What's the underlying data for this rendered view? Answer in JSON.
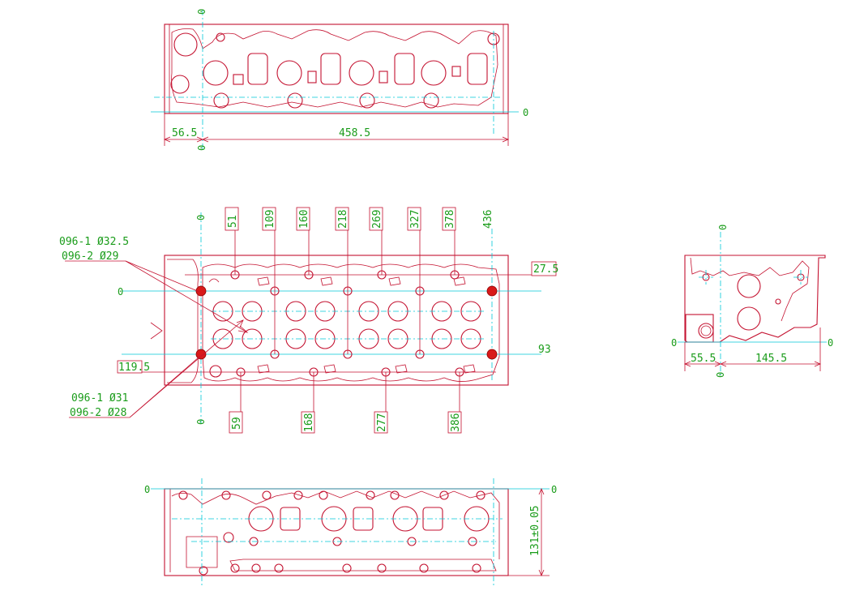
{
  "zero_label": "0",
  "top_view": {
    "dim_left": "56.5",
    "dim_total": "458.5"
  },
  "plan_view": {
    "bolt_positions_top": [
      "51",
      "109",
      "160",
      "218",
      "269",
      "327",
      "378",
      "436"
    ],
    "bolt_positions_bottom": [
      "59",
      "168",
      "277",
      "386"
    ],
    "dim_right_top": "27.5",
    "dim_right_mid": "93",
    "dim_left_low": "119.5",
    "dowel_top": [
      "096-1 Ø32.5",
      "096-2 Ø29"
    ],
    "dowel_bottom": [
      "096-1 Ø31",
      "096-2 Ø28"
    ]
  },
  "end_view": {
    "dim_left": "55.5",
    "dim_right": "145.5"
  },
  "bottom_view": {
    "dim_height": "131±0.05"
  },
  "colors": {
    "geometry": "#c41230",
    "centerline": "#00c8d8",
    "text": "#1a9c1a",
    "dowel_marker": "#d81a1a"
  }
}
